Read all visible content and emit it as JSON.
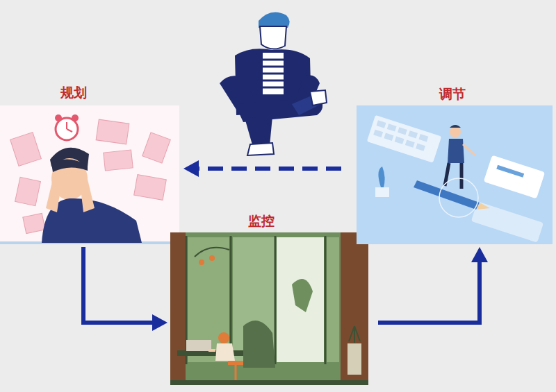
{
  "diagram": {
    "nodes": [
      {
        "text": [
          "规划"
        ]
      },
      {
        "text": [
          "监控"
        ]
      },
      {
        "text": [
          "调节"
        ]
      }
    ],
    "edges": [
      {
        "from": 0,
        "to": 1,
        "arrow": "to"
      },
      {
        "from": 1,
        "to": 2,
        "arrow": "to"
      },
      {
        "from": 2,
        "to": 0,
        "arrow": "to"
      }
    ]
  }
}
